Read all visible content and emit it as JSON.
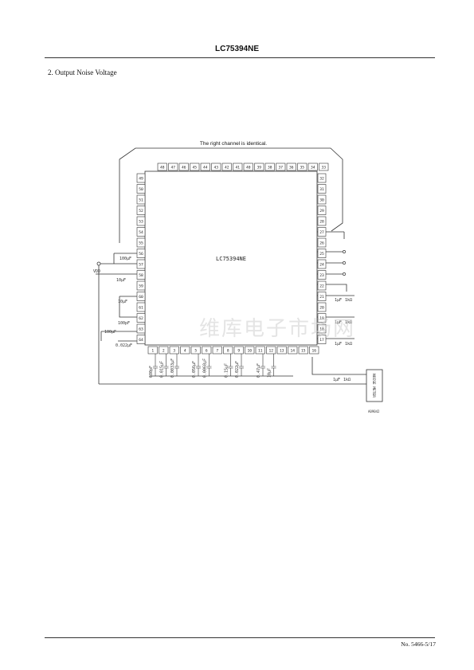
{
  "header": {
    "title": "LC75394NE"
  },
  "section": {
    "title": "2.  Output Noise Voltage"
  },
  "diagram": {
    "note": "The right channel is identical.",
    "chip_label": "LC75394NE",
    "top_pins": [
      "48",
      "47",
      "46",
      "45",
      "44",
      "43",
      "42",
      "41",
      "40",
      "39",
      "38",
      "37",
      "36",
      "35",
      "34",
      "33"
    ],
    "left_pins": [
      "49",
      "50",
      "51",
      "52",
      "53",
      "54",
      "55",
      "56",
      "57",
      "58",
      "59",
      "60",
      "61",
      "62",
      "63",
      "64"
    ],
    "right_pins": [
      "32",
      "31",
      "30",
      "29",
      "28",
      "27",
      "26",
      "25",
      "24",
      "23",
      "22",
      "21",
      "20",
      "19",
      "18",
      "17"
    ],
    "bottom_pins": [
      "1",
      "2",
      "3",
      "4",
      "5",
      "6",
      "7",
      "8",
      "9",
      "10",
      "11",
      "12",
      "13",
      "14",
      "15",
      "16"
    ],
    "bottom_caps": [
      "680pF",
      "0.015µF",
      "0.0033µF",
      "",
      "0.056µF",
      "0.0068µF",
      "",
      "0.15µF",
      "0.022µF",
      "",
      "0.47µF",
      "10µF"
    ],
    "left_caps": {
      "pin56": "100µF",
      "pin58": "10µF",
      "pin60": "10µF",
      "pin61": "100pF",
      "pin63": "100µF",
      "pin64": "0.022µF"
    },
    "vdd_label": "VDD",
    "right_rc": [
      {
        "cap": "1µF",
        "res": "1kΩ"
      },
      {
        "cap": "1µF",
        "res": "1kΩ"
      },
      {
        "cap": "1µF",
        "res": "1kΩ"
      }
    ],
    "out_rc": {
      "cap": "1µF",
      "res": "1kΩ"
    },
    "meter": "NOISE METER",
    "fig_code": "A09042"
  },
  "watermark": "维库电子市场网",
  "footer": {
    "page_no": "No. 5466-5/17"
  }
}
